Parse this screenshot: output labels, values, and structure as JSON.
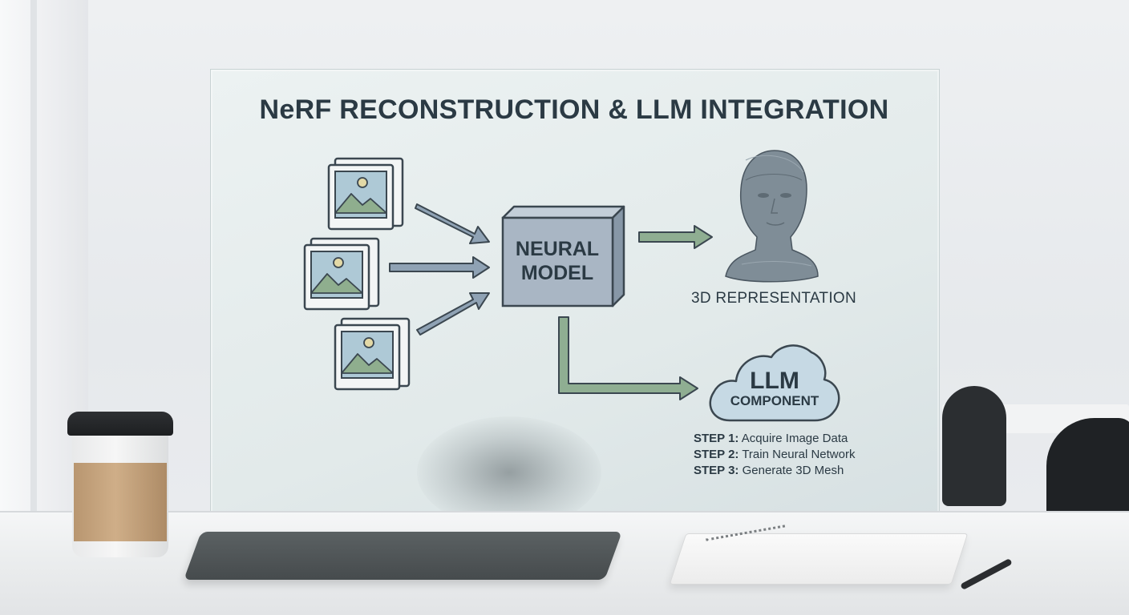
{
  "title": "NeRF RECONSTRUCTION & LLM INTEGRATION",
  "nodes": {
    "model_line1": "NEURAL",
    "model_line2": "MODEL",
    "representation_label": "3D REPRESENTATION",
    "llm_line1": "LLM",
    "llm_line2": "COMPONENT"
  },
  "inputs": [
    {
      "name": "input-image-1",
      "icon": "image-stack-icon"
    },
    {
      "name": "input-image-2",
      "icon": "image-stack-icon"
    },
    {
      "name": "input-image-3",
      "icon": "image-stack-icon"
    }
  ],
  "steps": [
    {
      "label": "STEP 1:",
      "text": "Acquire Image Data"
    },
    {
      "label": "STEP 2:",
      "text": "Train Neural Network"
    },
    {
      "label": "STEP 3:",
      "text": "Generate 3D Mesh"
    }
  ],
  "colors": {
    "text": "#2b3a44",
    "arrow_blue": "#8fa2b4",
    "arrow_green": "#8fae92",
    "image_frame": "#f3f5f5",
    "image_sky": "#aec9d6",
    "image_mountain": "#8fae8e",
    "model_box": "#a9b6c4",
    "cloud": "#c6d9e4"
  }
}
